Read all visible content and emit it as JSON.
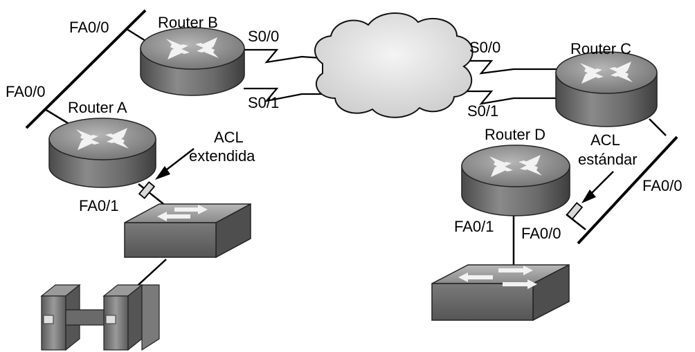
{
  "routers": {
    "a": {
      "label": "Router A"
    },
    "b": {
      "label": "Router B"
    },
    "c": {
      "label": "Router C"
    },
    "d": {
      "label": "Router D"
    }
  },
  "interfaces": {
    "b_fa00": "FA0/0",
    "a_fa00": "FA0/0",
    "b_s00": "S0/0",
    "b_s01": "S0/1",
    "c_s00": "S0/0",
    "c_s01": "S0/1",
    "a_fa01": "FA0/1",
    "c_fa00": "FA0/0",
    "d_fa01": "FA0/1",
    "d_fa00": "FA0/0"
  },
  "acl": {
    "extended": {
      "line1": "ACL",
      "line2": "extendida"
    },
    "standard": {
      "line1": "ACL",
      "line2": "estándar"
    }
  },
  "colors": {
    "router_top": "#8d8d8d",
    "router_side": "#5e5e5e",
    "switch_top": "#9a9a9a",
    "switch_side": "#5a5a5a",
    "cloud_fill": "#e4e4e4",
    "line": "#000000"
  }
}
